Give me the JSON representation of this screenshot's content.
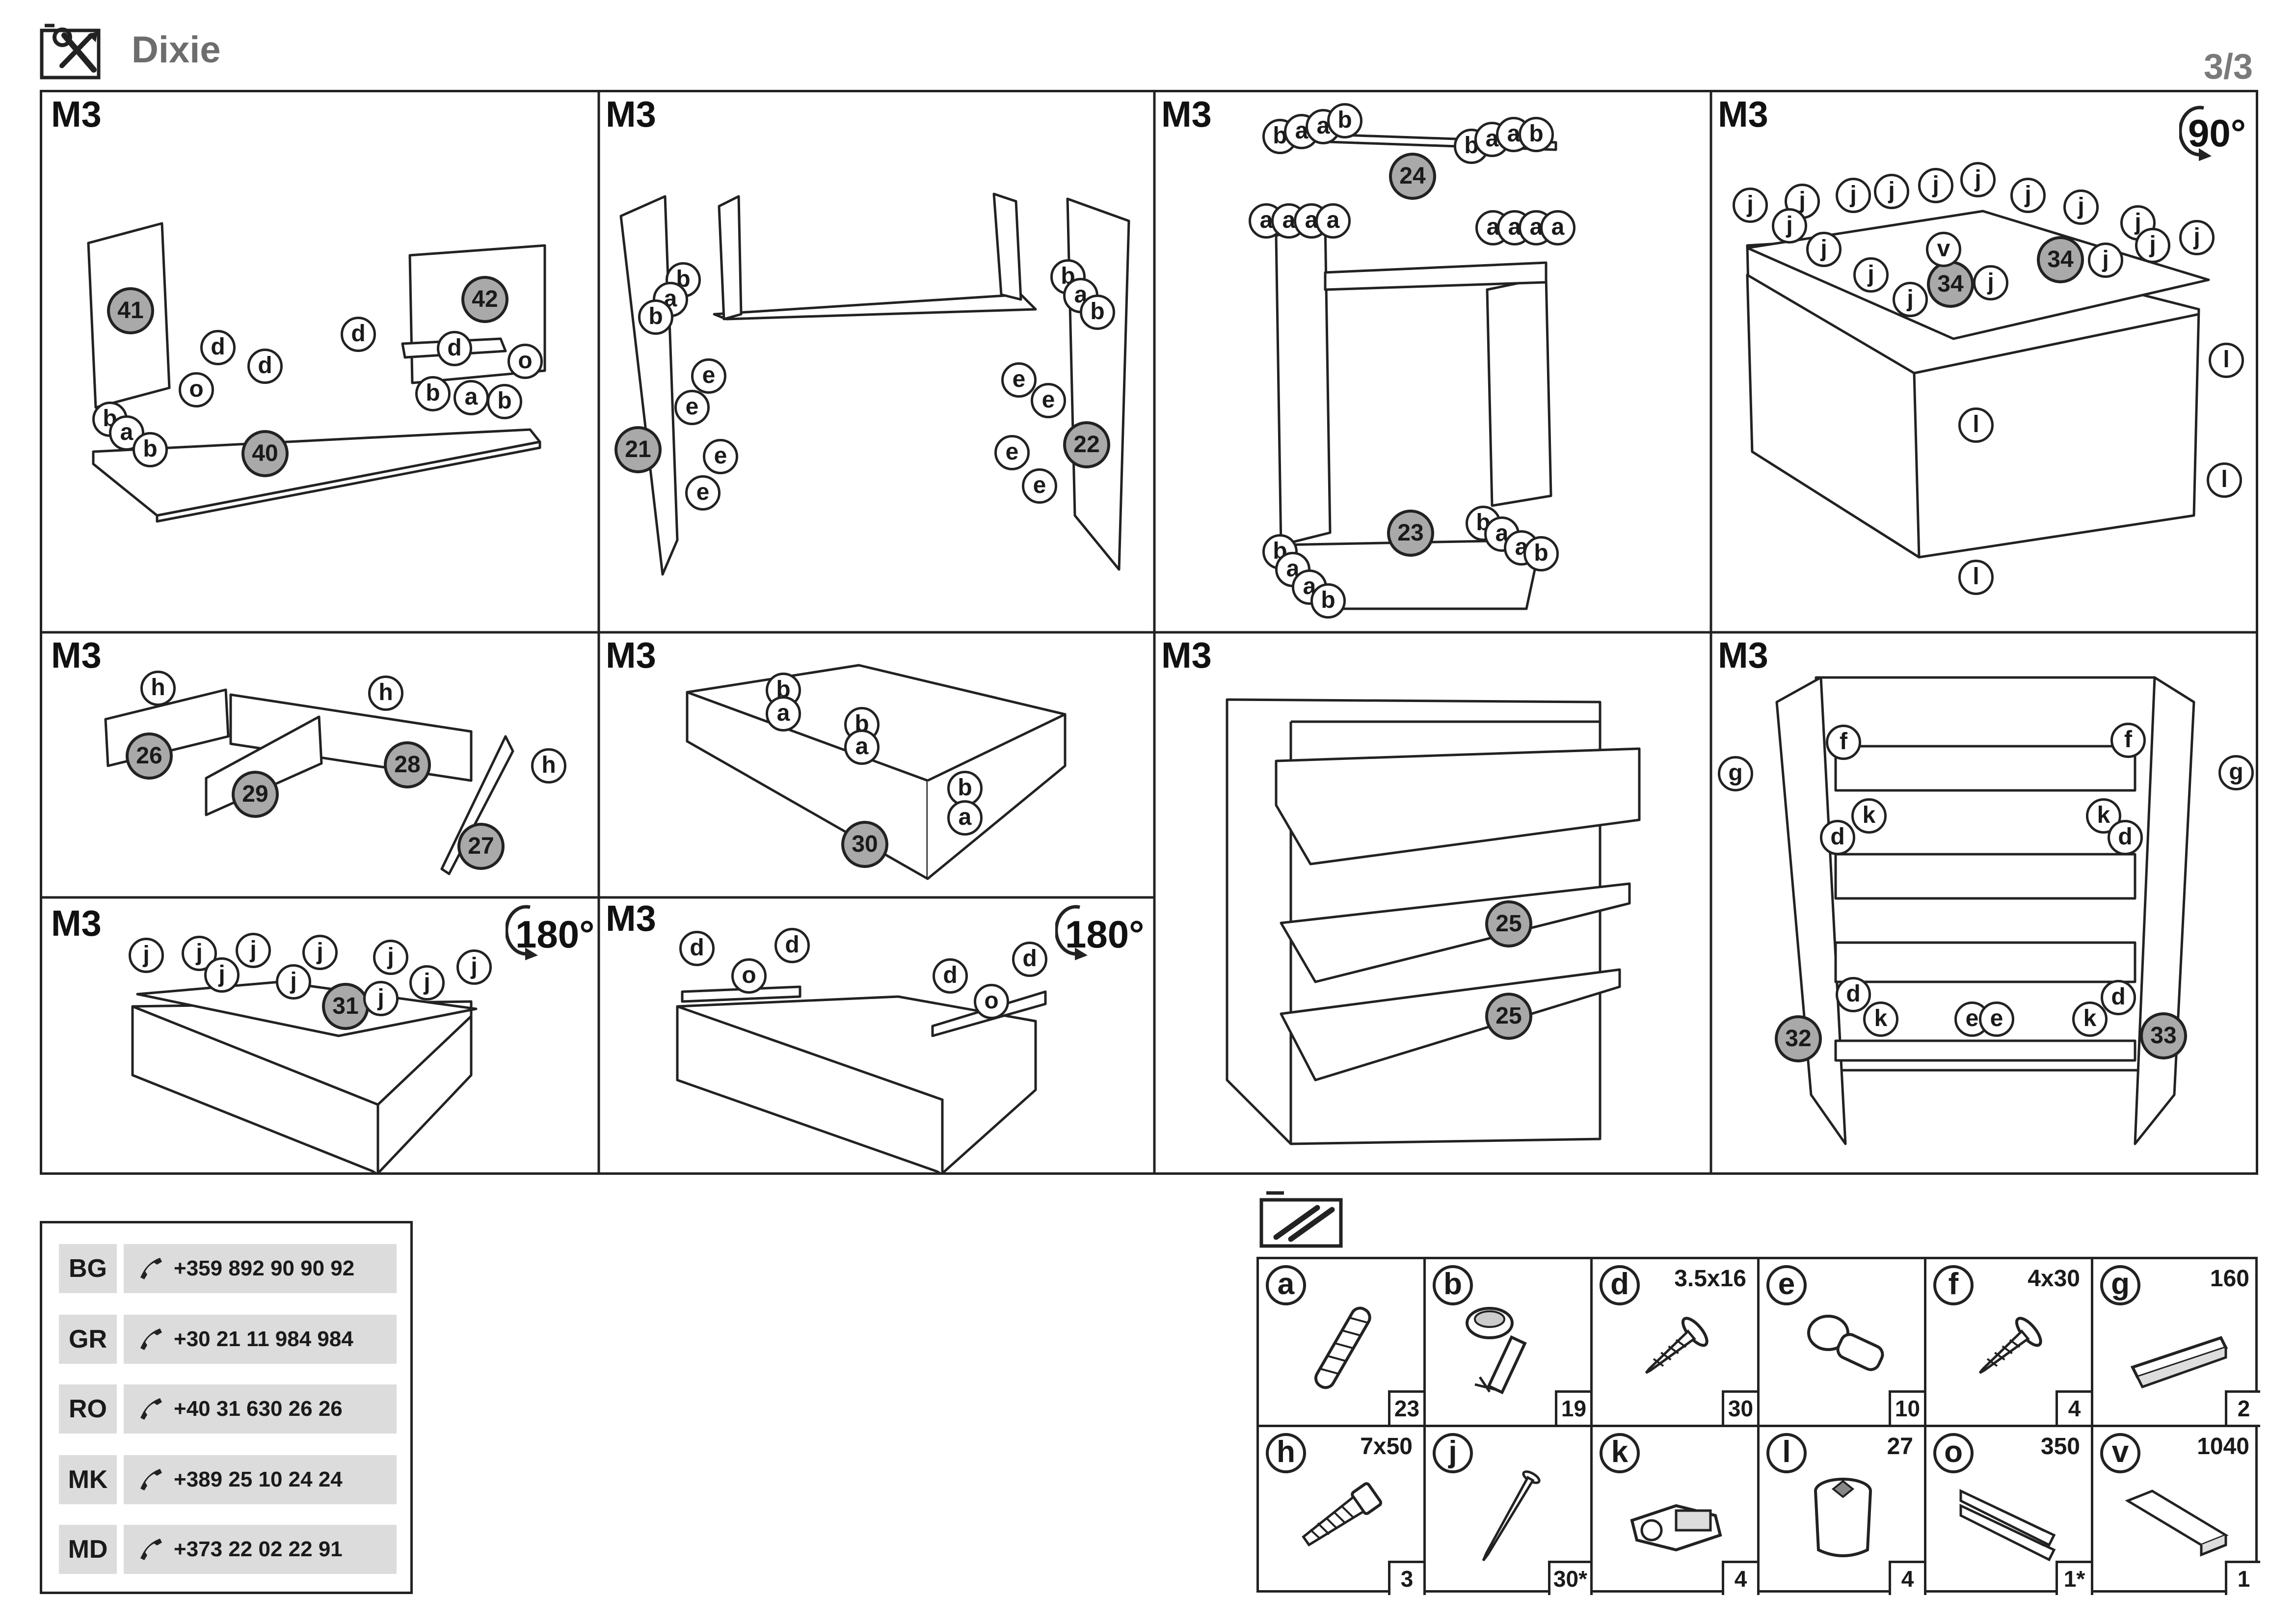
{
  "header": {
    "title": "Dixie",
    "page": "3/3"
  },
  "steps": {
    "m": "M3"
  },
  "rotations": {
    "r90": "90°",
    "r180": "180°"
  },
  "parts": {
    "p21": "21",
    "p22": "22",
    "p23": "23",
    "p24": "24",
    "p25a": "25",
    "p25b": "25",
    "p26": "26",
    "p27": "27",
    "p28": "28",
    "p29": "29",
    "p30": "30",
    "p31": "31",
    "p32": "32",
    "p33": "33",
    "p34a": "34",
    "p34b": "34",
    "p40": "40",
    "p41": "41",
    "p42": "42"
  },
  "letters": {
    "a": "a",
    "b": "b",
    "d": "d",
    "e": "e",
    "f": "f",
    "g": "g",
    "h": "h",
    "j": "j",
    "k": "k",
    "l": "l",
    "o": "o",
    "v": "v"
  },
  "contacts": [
    {
      "code": "BG",
      "phone": "+359 892 90 90 92"
    },
    {
      "code": "GR",
      "phone": "+30 21 11 984 984"
    },
    {
      "code": "RO",
      "phone": "+40 31 630 26 26"
    },
    {
      "code": "MK",
      "phone": "+389 25 10 24 24"
    },
    {
      "code": "MD",
      "phone": "+373 22 02 22 91"
    }
  ],
  "hardware": [
    {
      "letter": "a",
      "size": "",
      "qty": "23",
      "icon": "dowel-icon"
    },
    {
      "letter": "b",
      "size": "",
      "qty": "19",
      "icon": "cam-lock-icon"
    },
    {
      "letter": "d",
      "size": "3.5x16",
      "qty": "30",
      "icon": "screw-icon"
    },
    {
      "letter": "e",
      "size": "",
      "qty": "10",
      "icon": "shelf-pin-icon"
    },
    {
      "letter": "f",
      "size": "4x30",
      "qty": "4",
      "icon": "screw-icon"
    },
    {
      "letter": "g",
      "size": "160",
      "qty": "2",
      "icon": "handle-icon"
    },
    {
      "letter": "h",
      "size": "7x50",
      "qty": "3",
      "icon": "confirmat-screw-icon"
    },
    {
      "letter": "j",
      "size": "",
      "qty": "30*",
      "icon": "nail-icon"
    },
    {
      "letter": "k",
      "size": "",
      "qty": "4",
      "icon": "hinge-icon"
    },
    {
      "letter": "l",
      "size": "27",
      "qty": "4",
      "icon": "foot-icon"
    },
    {
      "letter": "o",
      "size": "350",
      "qty": "1*",
      "icon": "drawer-slide-icon"
    },
    {
      "letter": "v",
      "size": "1040",
      "qty": "1",
      "icon": "connector-profile-icon"
    }
  ]
}
